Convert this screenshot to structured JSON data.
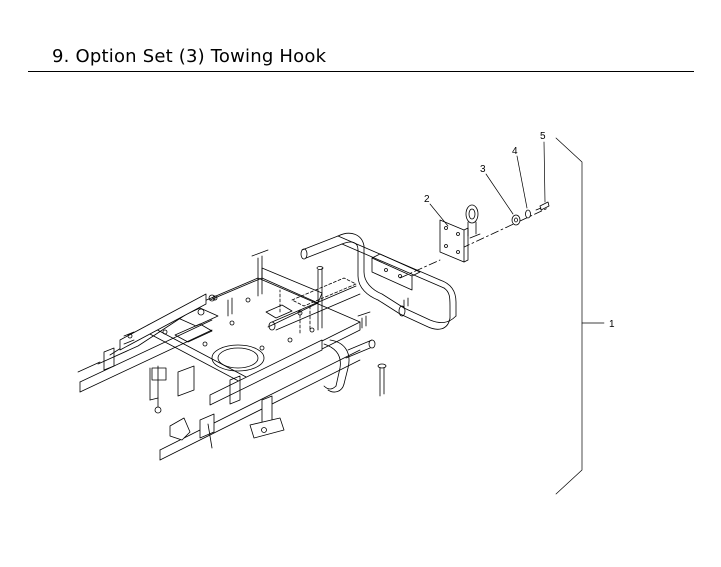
{
  "page": {
    "title": "9. Option Set (3) Towing Hook"
  },
  "callouts": [
    {
      "id": "1",
      "label": "1"
    },
    {
      "id": "2",
      "label": "2"
    },
    {
      "id": "3",
      "label": "3"
    },
    {
      "id": "4",
      "label": "4"
    },
    {
      "id": "5",
      "label": "5"
    }
  ],
  "colors": {
    "ink": "#000000",
    "background": "#ffffff"
  }
}
